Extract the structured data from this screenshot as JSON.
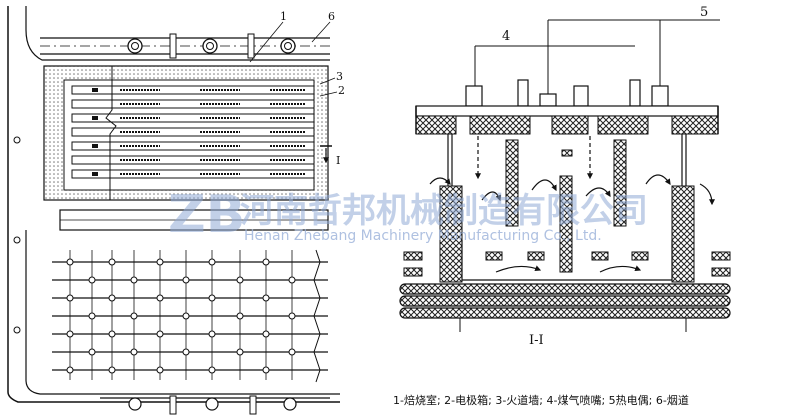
{
  "left_view": {
    "callouts": [
      "1",
      "6",
      "3",
      "2"
    ],
    "section_mark": "I"
  },
  "right_view": {
    "callouts": [
      "4",
      "5"
    ],
    "section_title": "I-I"
  },
  "watermark": {
    "logo": "ZB",
    "company_cn": "河南哲邦机械制造有限公司",
    "company_en": "Henan Zhebang Machinery Manufacturing Co., Ltd."
  },
  "legend": {
    "text": "1-焙烧室; 2-电极箱; 3-火道墙; 4-煤气喷嘴; 5热电偶; 6-烟道"
  }
}
